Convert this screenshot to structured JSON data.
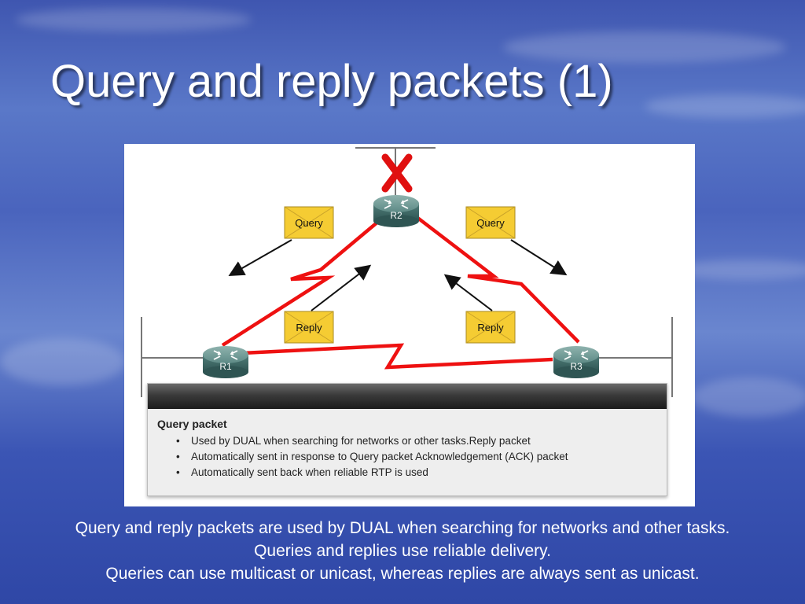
{
  "title": "Query and reply packets (1)",
  "diagram": {
    "routers": [
      "R2",
      "R1",
      "R3"
    ],
    "envelope_labels": {
      "query_left": "Query",
      "query_right": "Query",
      "reply_left": "Reply",
      "reply_right": "Reply"
    },
    "link_color": "#ee1111",
    "failure_mark_color": "#e01010",
    "envelope_color": "#f5cc33"
  },
  "info_box": {
    "heading": "Query packet",
    "bullets": [
      "Used by DUAL when searching for networks or other tasks.Reply packet",
      "Automatically sent in response to Query packet Acknowledgement (ACK) packet",
      "Automatically sent back when reliable RTP is used"
    ]
  },
  "caption": {
    "line1": "Query and reply packets are used by DUAL when searching for networks and other tasks.",
    "line2": "Queries and replies use reliable delivery.",
    "line3": "Queries can use multicast or unicast, whereas replies are always sent as unicast."
  }
}
